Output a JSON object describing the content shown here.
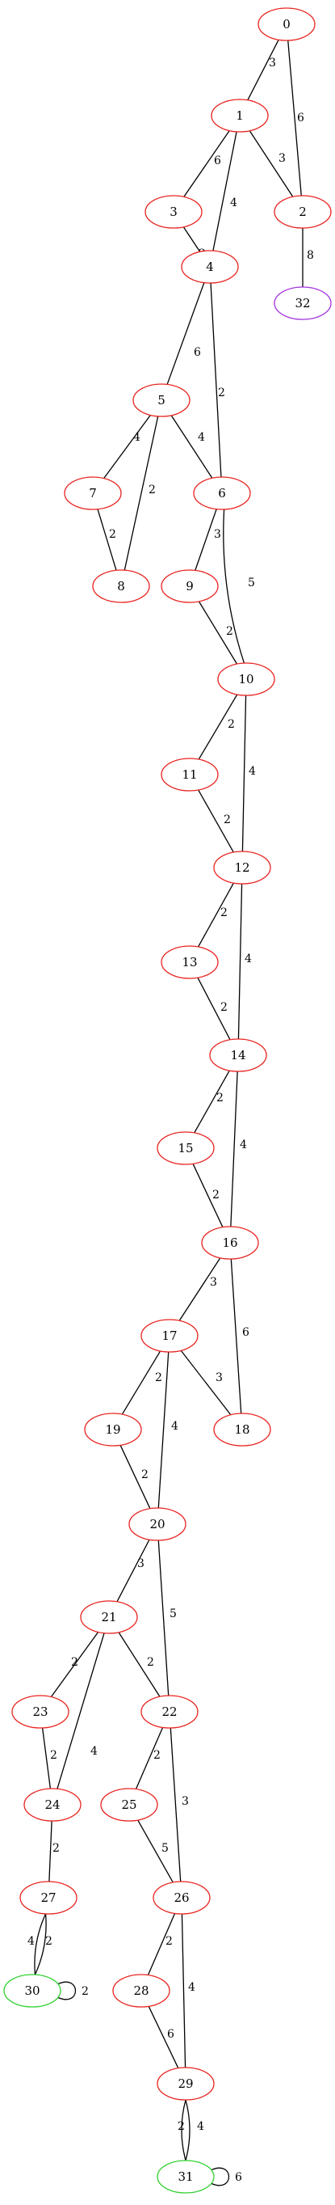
{
  "graph": {
    "node_colors": {
      "default": "#e8231f",
      "start": "#2fd12f",
      "target": "#a233e0"
    },
    "nodes": [
      {
        "id": "0",
        "label": "0",
        "status": "default"
      },
      {
        "id": "1",
        "label": "1",
        "status": "default"
      },
      {
        "id": "2",
        "label": "2",
        "status": "default"
      },
      {
        "id": "3",
        "label": "3",
        "status": "default"
      },
      {
        "id": "4",
        "label": "4",
        "status": "default"
      },
      {
        "id": "5",
        "label": "5",
        "status": "default"
      },
      {
        "id": "6",
        "label": "6",
        "status": "default"
      },
      {
        "id": "7",
        "label": "7",
        "status": "default"
      },
      {
        "id": "8",
        "label": "8",
        "status": "default"
      },
      {
        "id": "9",
        "label": "9",
        "status": "default"
      },
      {
        "id": "10",
        "label": "10",
        "status": "default"
      },
      {
        "id": "11",
        "label": "11",
        "status": "default"
      },
      {
        "id": "12",
        "label": "12",
        "status": "default"
      },
      {
        "id": "13",
        "label": "13",
        "status": "default"
      },
      {
        "id": "14",
        "label": "14",
        "status": "default"
      },
      {
        "id": "15",
        "label": "15",
        "status": "default"
      },
      {
        "id": "16",
        "label": "16",
        "status": "default"
      },
      {
        "id": "17",
        "label": "17",
        "status": "default"
      },
      {
        "id": "18",
        "label": "18",
        "status": "default"
      },
      {
        "id": "19",
        "label": "19",
        "status": "default"
      },
      {
        "id": "20",
        "label": "20",
        "status": "default"
      },
      {
        "id": "21",
        "label": "21",
        "status": "default"
      },
      {
        "id": "22",
        "label": "22",
        "status": "default"
      },
      {
        "id": "23",
        "label": "23",
        "status": "default"
      },
      {
        "id": "24",
        "label": "24",
        "status": "default"
      },
      {
        "id": "25",
        "label": "25",
        "status": "default"
      },
      {
        "id": "26",
        "label": "26",
        "status": "default"
      },
      {
        "id": "27",
        "label": "27",
        "status": "default"
      },
      {
        "id": "28",
        "label": "28",
        "status": "default"
      },
      {
        "id": "29",
        "label": "29",
        "status": "default"
      },
      {
        "id": "30",
        "label": "30",
        "status": "start"
      },
      {
        "id": "31",
        "label": "31",
        "status": "start"
      },
      {
        "id": "32",
        "label": "32",
        "status": "target"
      }
    ],
    "edges": [
      {
        "from": "0",
        "to": "1",
        "weight": "3"
      },
      {
        "from": "0",
        "to": "2",
        "weight": "6"
      },
      {
        "from": "1",
        "to": "3",
        "weight": "6"
      },
      {
        "from": "1",
        "to": "2",
        "weight": "3"
      },
      {
        "from": "1",
        "to": "4",
        "weight": "4"
      },
      {
        "from": "2",
        "to": "32",
        "weight": "8"
      },
      {
        "from": "3",
        "to": "4",
        "weight": "2"
      },
      {
        "from": "4",
        "to": "5",
        "weight": "6"
      },
      {
        "from": "4",
        "to": "6",
        "weight": "2"
      },
      {
        "from": "5",
        "to": "7",
        "weight": "4"
      },
      {
        "from": "5",
        "to": "8",
        "weight": "2"
      },
      {
        "from": "5",
        "to": "6",
        "weight": "4"
      },
      {
        "from": "7",
        "to": "8",
        "weight": "2"
      },
      {
        "from": "6",
        "to": "9",
        "weight": "3"
      },
      {
        "from": "6",
        "to": "10",
        "weight": "5"
      },
      {
        "from": "9",
        "to": "10",
        "weight": "2"
      },
      {
        "from": "10",
        "to": "11",
        "weight": "2"
      },
      {
        "from": "10",
        "to": "12",
        "weight": "4"
      },
      {
        "from": "11",
        "to": "12",
        "weight": "2"
      },
      {
        "from": "12",
        "to": "13",
        "weight": "2"
      },
      {
        "from": "12",
        "to": "14",
        "weight": "4"
      },
      {
        "from": "13",
        "to": "14",
        "weight": "2"
      },
      {
        "from": "14",
        "to": "15",
        "weight": "2"
      },
      {
        "from": "14",
        "to": "16",
        "weight": "4"
      },
      {
        "from": "15",
        "to": "16",
        "weight": "2"
      },
      {
        "from": "16",
        "to": "17",
        "weight": "3"
      },
      {
        "from": "16",
        "to": "18",
        "weight": "6"
      },
      {
        "from": "17",
        "to": "19",
        "weight": "2"
      },
      {
        "from": "17",
        "to": "18",
        "weight": "3"
      },
      {
        "from": "17",
        "to": "20",
        "weight": "4"
      },
      {
        "from": "19",
        "to": "20",
        "weight": "2"
      },
      {
        "from": "20",
        "to": "21",
        "weight": "3"
      },
      {
        "from": "20",
        "to": "22",
        "weight": "5"
      },
      {
        "from": "21",
        "to": "23",
        "weight": "2"
      },
      {
        "from": "21",
        "to": "24",
        "weight": "4"
      },
      {
        "from": "21",
        "to": "22",
        "weight": "2"
      },
      {
        "from": "23",
        "to": "24",
        "weight": "2"
      },
      {
        "from": "22",
        "to": "25",
        "weight": "2"
      },
      {
        "from": "22",
        "to": "26",
        "weight": "3"
      },
      {
        "from": "25",
        "to": "26",
        "weight": "5"
      },
      {
        "from": "24",
        "to": "27",
        "weight": "2"
      },
      {
        "from": "27",
        "to": "30",
        "weight": "4"
      },
      {
        "from": "27",
        "to": "30",
        "weight": "2"
      },
      {
        "from": "30",
        "to": "30",
        "weight": "2"
      },
      {
        "from": "26",
        "to": "28",
        "weight": "2"
      },
      {
        "from": "26",
        "to": "29",
        "weight": "4"
      },
      {
        "from": "28",
        "to": "29",
        "weight": "6"
      },
      {
        "from": "29",
        "to": "31",
        "weight": "2"
      },
      {
        "from": "29",
        "to": "31",
        "weight": "4"
      },
      {
        "from": "31",
        "to": "31",
        "weight": "6"
      }
    ]
  }
}
